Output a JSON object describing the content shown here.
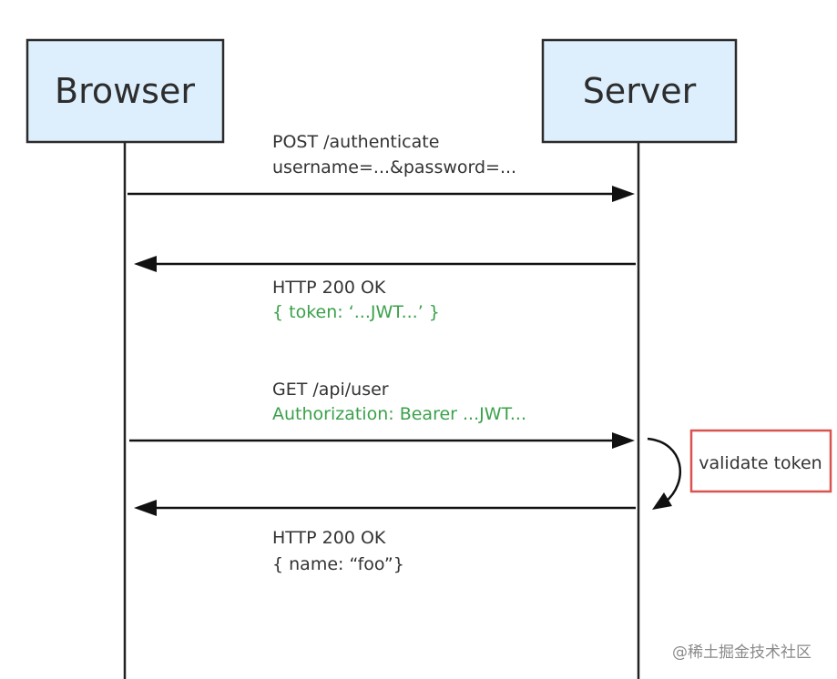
{
  "actors": {
    "browser": "Browser",
    "server": "Server"
  },
  "messages": {
    "m1": {
      "line1": "POST /authenticate",
      "line2": "username=...&password=..."
    },
    "m2": {
      "line1": "HTTP 200 OK",
      "line2": "{ token: ‘...JWT...’ }"
    },
    "m3": {
      "line1": "GET /api/user",
      "line2": "Authorization: Bearer ...JWT..."
    },
    "m4": {
      "line1": "HTTP 200 OK",
      "line2": "{ name: “foo”}"
    }
  },
  "annotation": {
    "validate": "validate token"
  },
  "watermark": "@稀土掘金技术社区",
  "colors": {
    "actor_fill": "#ddeefc",
    "highlight": "#3aa14a",
    "callout_border": "#d9534f"
  }
}
